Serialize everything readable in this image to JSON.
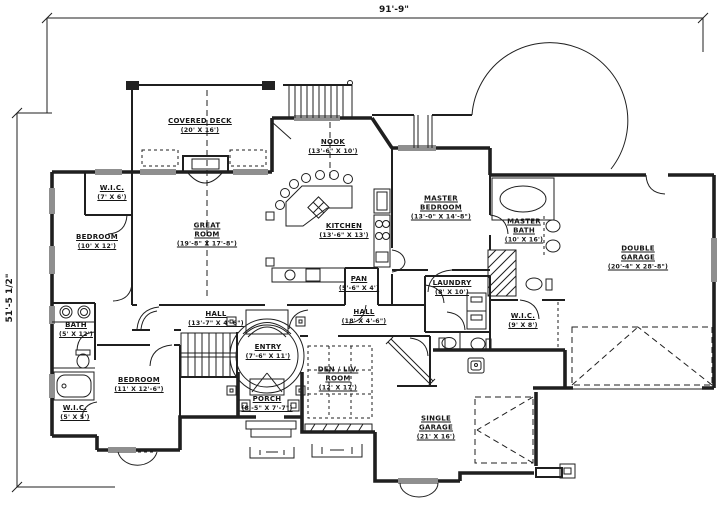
{
  "drawing": {
    "type": "residential-floor-plan",
    "ink_color": "#1f1f1f",
    "paper_color": "#ffffff"
  },
  "dimensions": {
    "width_label": "91'-9\"",
    "height_label": "51'-5 1/2\""
  },
  "rooms": {
    "covered_deck": {
      "line1": "COVERED DECK",
      "dims": "(20' X 16')"
    },
    "nook": {
      "line1": "NOOK",
      "dims": "(13'-6\" X 10')"
    },
    "great_room": {
      "line1": "GREAT",
      "line2": "ROOM",
      "dims": "(19'-8\" X 17'-8\")"
    },
    "kitchen": {
      "line1": "KITCHEN",
      "dims": "(13'-6\" X 13')"
    },
    "master_bedroom": {
      "line1": "MASTER",
      "line2": "BEDROOM",
      "dims": "(13'-0\" X 14'-8\")"
    },
    "master_bath": {
      "line1": "MASTER",
      "line2": "BATH",
      "dims": "(10' X 16')"
    },
    "double_garage": {
      "line1": "DOUBLE",
      "line2": "GARAGE",
      "dims": "(20'-4\" X 28'-8\")"
    },
    "wic1": {
      "line1": "W.I.C.",
      "dims": "(7' X 6')"
    },
    "bedroom1": {
      "line1": "BEDROOM",
      "dims": "(10' X 12')"
    },
    "bath1": {
      "line1": "BATH",
      "dims": "(5' X 12')"
    },
    "bedroom2": {
      "line1": "BEDROOM",
      "dims": "(11' X 12'-6\")"
    },
    "wic2": {
      "line1": "W.I.C.",
      "dims": "(5' X 5')"
    },
    "hall_west": {
      "line1": "HALL",
      "dims": "(13'-7\" X 4'-6\")"
    },
    "entry": {
      "line1": "ENTRY",
      "dims": "(7'-6\" X 11')"
    },
    "porch": {
      "line1": "PORCH",
      "dims": "(8'-5\" X 7'-7\")"
    },
    "den": {
      "line1": "DEN / LIV.",
      "line2": "ROOM",
      "dims": "(12' X 17')"
    },
    "hall_east": {
      "line1": "HALL",
      "dims": "(18' X 4'-6\")"
    },
    "pantry": {
      "line1": "PAN",
      "dims": "(5'-6\" X 4')"
    },
    "laundry": {
      "line1": "LAUNDRY",
      "dims": "(8' X 10')"
    },
    "wic_master": {
      "line1": "W.I.C.",
      "dims": "(9' X 8')"
    },
    "single_garage": {
      "line1": "SINGLE",
      "line2": "GARAGE",
      "dims": "(21' X 16')"
    }
  }
}
